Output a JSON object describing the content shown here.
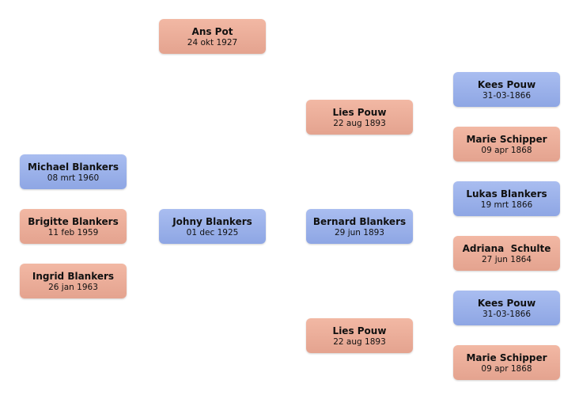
{
  "children": [
    {
      "name": "Michael Blankers",
      "date": "08 mrt 1960",
      "gender": "male"
    },
    {
      "name": "Brigitte Blankers",
      "date": "11 feb 1959",
      "gender": "female"
    },
    {
      "name": "Ingrid Blankers",
      "date": "26 jan 1963",
      "gender": "female"
    }
  ],
  "spouse": {
    "name": "Ans Pot",
    "date": "24 okt 1927",
    "gender": "female"
  },
  "focus": {
    "name": "Johny Blankers",
    "date": "01 dec 1925",
    "gender": "male"
  },
  "parents": [
    {
      "name": "Lies Pouw",
      "date": "22 aug 1893",
      "gender": "female"
    },
    {
      "name": "Bernard Blankers",
      "date": "29 jun 1893",
      "gender": "male"
    },
    {
      "name": "Lies Pouw",
      "date": "22 aug 1893",
      "gender": "female"
    }
  ],
  "grandparents": [
    {
      "name": "Kees Pouw",
      "date": "31-03-1866",
      "gender": "male"
    },
    {
      "name": "Marie Schipper",
      "date": "09 apr 1868",
      "gender": "female"
    },
    {
      "name": "Lukas Blankers",
      "date": "19 mrt 1866",
      "gender": "male"
    },
    {
      "name": "Adriana  Schulte",
      "date": "27 jun 1864",
      "gender": "female"
    },
    {
      "name": "Kees Pouw",
      "date": "31-03-1866",
      "gender": "male"
    },
    {
      "name": "Marie Schipper",
      "date": "09 apr 1868",
      "gender": "female"
    }
  ],
  "colors": {
    "male": "#97aeea",
    "female": "#eaad99"
  }
}
